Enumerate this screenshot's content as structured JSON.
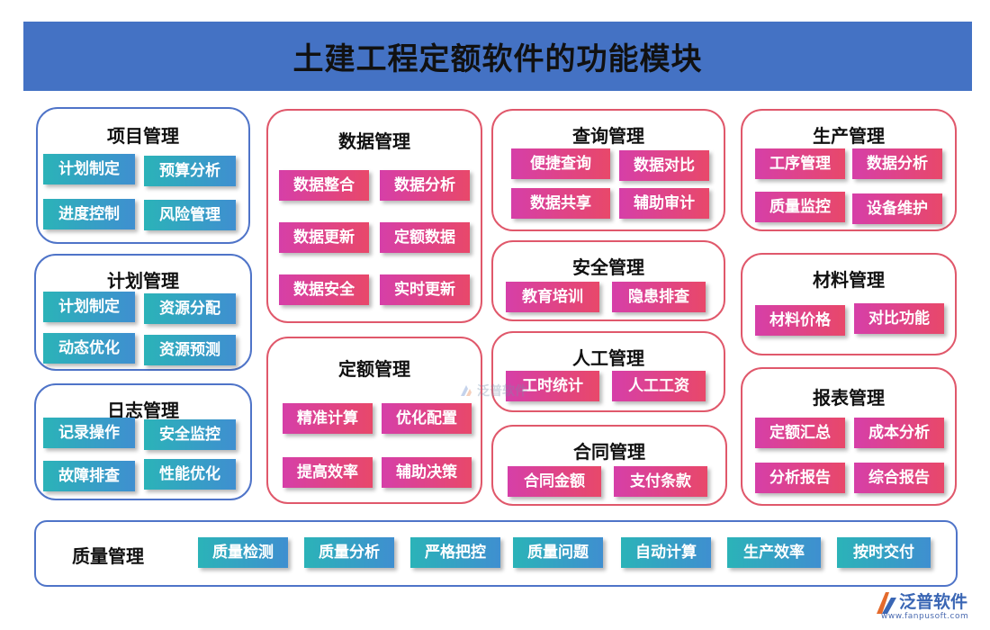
{
  "title": "土建工程定额软件的功能模块",
  "modules": {
    "project": {
      "title": "项目管理",
      "items": [
        "计划制定",
        "预算分析",
        "进度控制",
        "风险管理"
      ]
    },
    "plan": {
      "title": "计划管理",
      "items": [
        "计划制定",
        "资源分配",
        "动态优化",
        "资源预测"
      ]
    },
    "log": {
      "title": "日志管理",
      "items": [
        "记录操作",
        "安全监控",
        "故障排查",
        "性能优化"
      ]
    },
    "data": {
      "title": "数据管理",
      "items": [
        "数据整合",
        "数据分析",
        "数据更新",
        "定额数据",
        "数据安全",
        "实时更新"
      ]
    },
    "quota": {
      "title": "定额管理",
      "items": [
        "精准计算",
        "优化配置",
        "提高效率",
        "辅助决策"
      ]
    },
    "query": {
      "title": "查询管理",
      "items": [
        "便捷查询",
        "数据对比",
        "数据共享",
        "辅助审计"
      ]
    },
    "safety": {
      "title": "安全管理",
      "items": [
        "教育培训",
        "隐患排查"
      ]
    },
    "labor": {
      "title": "人工管理",
      "items": [
        "工时统计",
        "人工工资"
      ]
    },
    "contract": {
      "title": "合同管理",
      "items": [
        "合同金额",
        "支付条款"
      ]
    },
    "production": {
      "title": "生产管理",
      "items": [
        "工序管理",
        "数据分析",
        "质量监控",
        "设备维护"
      ]
    },
    "material": {
      "title": "材料管理",
      "items": [
        "材料价格",
        "对比功能"
      ]
    },
    "report": {
      "title": "报表管理",
      "items": [
        "定额汇总",
        "成本分析",
        "分析报告",
        "综合报告"
      ]
    },
    "quality": {
      "title": "质量管理",
      "items": [
        "质量检测",
        "质量分析",
        "严格把控",
        "质量问题",
        "自动计算",
        "生产效率",
        "按时交付"
      ]
    }
  },
  "watermark": "泛普软件",
  "logo": {
    "name": "泛普软件",
    "url": "www.fanpusoft.com"
  },
  "colors": {
    "header": "#4472c4",
    "blue_border": "#4f74c8",
    "red_border": "#e0586b",
    "teal": "#2bb3b8",
    "pink": "#e8486a"
  }
}
